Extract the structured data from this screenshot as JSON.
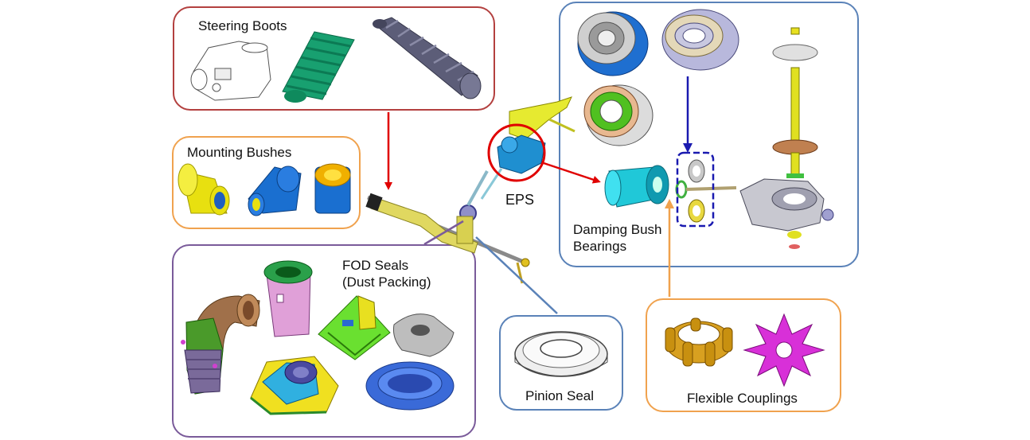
{
  "labels": {
    "steering_boots": "Steering Boots",
    "mounting_bushes": "Mounting Bushes",
    "fod_seals_line1": "FOD Seals",
    "fod_seals_line2": "(Dust Packing)",
    "pinion_seal": "Pinion Seal",
    "eps": "EPS",
    "damping_line1": "Damping Bush",
    "damping_line2": "Bearings",
    "flexible_couplings": "Flexible Couplings"
  },
  "colors": {
    "steering_boots_border": "#b3403f",
    "mounting_bushes_border": "#f0a24e",
    "fod_seals_border": "#7a5b9a",
    "pinion_seal_border": "#5a82b8",
    "eps_box_border": "#5a82b8",
    "flexible_couplings_border": "#f0a24e",
    "red_arrow": "#e00000",
    "blue_arrow": "#1a1ab0",
    "orange_arrow": "#f0a24e",
    "steel_arrow": "#5a82b8"
  },
  "icons": [
    "steering-gear-housing-icon",
    "green-steering-boot-icon",
    "gray-steering-boot-icon",
    "yellow-mounting-bush-icon",
    "blue-mounting-bush-icon",
    "yellow-blue-mounting-bush-icon",
    "steering-rack-assembly-icon",
    "eps-motor-unit-icon",
    "brown-elbow-seal-icon",
    "pink-seal-icon",
    "green-fod-seal-icon",
    "silver-seal-icon",
    "yellow-base-seal-icon",
    "blue-oval-seal-icon",
    "pinion-seal-icon",
    "bearing-blue-icon",
    "bearing-gray-icon",
    "bush-green-icon",
    "steering-shaft-icon",
    "gear-housing-icon",
    "cyan-motor-icon",
    "gold-coupling-icon",
    "magenta-coupling-icon"
  ]
}
